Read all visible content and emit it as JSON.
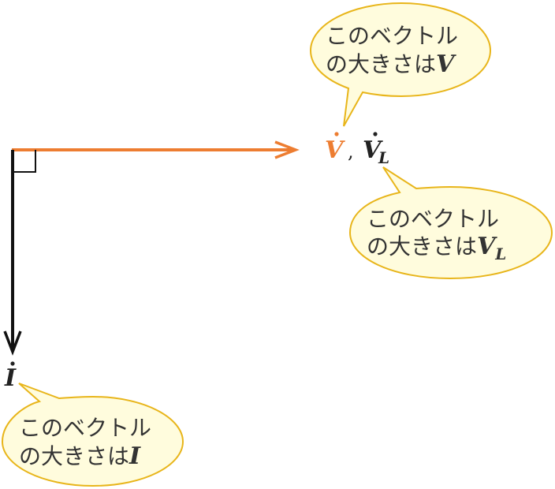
{
  "vectors": {
    "voltage": {
      "symbol": "V",
      "separator": ",",
      "symbol2": "V",
      "subscript": "L",
      "color": "#ED7D31"
    },
    "current": {
      "symbol": "I",
      "color": "#111111"
    }
  },
  "callouts": {
    "v": {
      "line1": "このベクトル",
      "line2_prefix": "の大きさは",
      "var": "V",
      "sub": ""
    },
    "vl": {
      "line1": "このベクトル",
      "line2_prefix": "の大きさは",
      "var": "V",
      "sub": "L"
    },
    "i": {
      "line1": "このベクトル",
      "line2_prefix": "の大きさは",
      "var": "I",
      "sub": ""
    }
  },
  "colors": {
    "bubble_fill": "#FFFCDD",
    "bubble_stroke": "#E8B51A",
    "text": "#333333"
  }
}
